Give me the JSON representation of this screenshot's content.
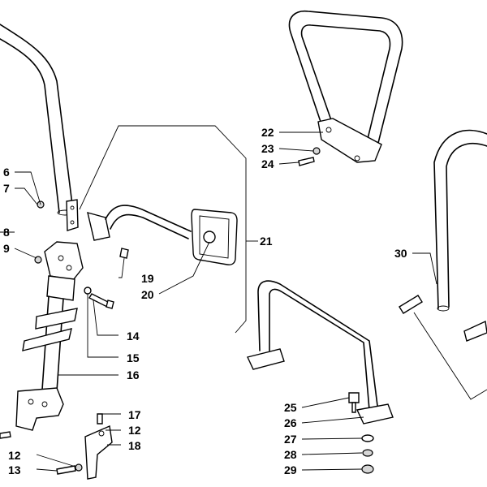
{
  "callouts": {
    "c6": "6",
    "c7": "7",
    "c8": "8",
    "c9": "9",
    "c12a": "12",
    "c12b": "12",
    "c13": "13",
    "c14": "14",
    "c15": "15",
    "c16": "16",
    "c17": "17",
    "c18": "18",
    "c19": "19",
    "c20": "20",
    "c21": "21",
    "c22": "22",
    "c23": "23",
    "c24": "24",
    "c25": "25",
    "c26": "26",
    "c27": "27",
    "c28": "28",
    "c29": "29",
    "c30": "30"
  }
}
